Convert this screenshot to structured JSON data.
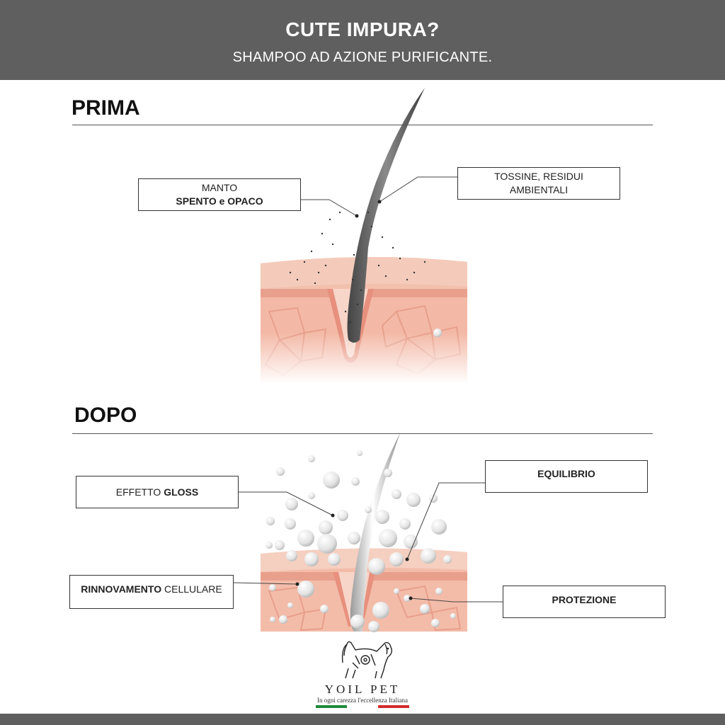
{
  "header": {
    "title": "CUTE IMPURA?",
    "subtitle": "SHAMPOO AD AZIONE PURIFICANTE."
  },
  "before": {
    "title": "PRIMA",
    "label_coat_line1": "MANTO",
    "label_coat_line2": "SPENTO e OPACO",
    "label_toxins_line1": "TOSSINE, RESIDUI",
    "label_toxins_line2": "AMBIENTALI"
  },
  "after": {
    "title": "DOPO",
    "gloss_normal": "EFFETTO ",
    "gloss_bold": "GLOSS",
    "balance": "EQUILIBRIO",
    "renewal_bold": "RINNOVAMENTO",
    "renewal_normal": " CELLULARE",
    "protection": "PROTEZIONE"
  },
  "logo": {
    "brand": "YOIL PET",
    "tagline": "In ogni carezza l'eccellenza Italiana"
  },
  "colors": {
    "header_bg": "#5f5f5f",
    "skin": "#f2b9a5",
    "skin_dark": "#e0907c",
    "hair_before": "#6a6a6a",
    "hair_after": "#d6d6d6",
    "flag_green": "#1f8a3b",
    "flag_red": "#d22b2b"
  },
  "icons": {
    "hair_before": "hair-strand-dull",
    "hair_after": "hair-strand-glossy",
    "logo": "dog-mascot-icon"
  }
}
